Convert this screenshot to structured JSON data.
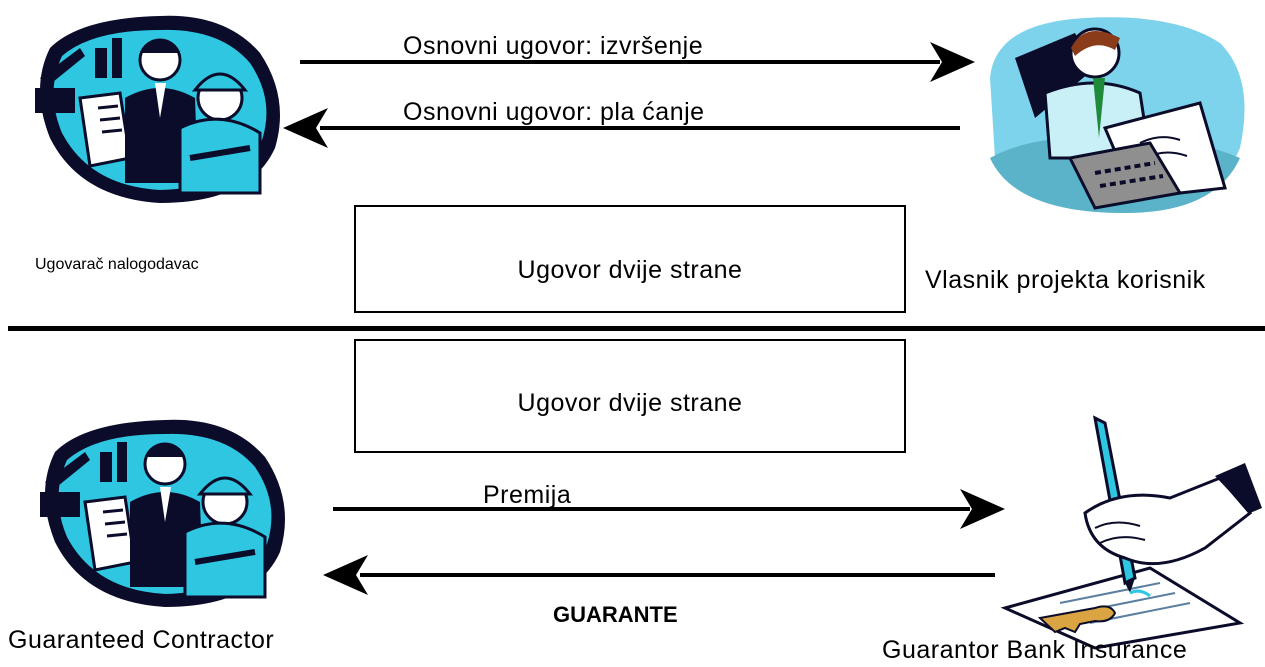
{
  "top": {
    "arrow_execution_label": "Osnovni ugovor: izvršenje",
    "arrow_payment_label": "Osnovni ugovor: pla ćanje",
    "contract_box_label": "Ugovor dvije strane",
    "contractor_caption": "Ugovarač nalogodavac",
    "owner_caption": "Vlasnik projekta korisnik"
  },
  "bottom": {
    "contract_box_label": "Ugovor dvije strane",
    "arrow_premium_label": "Premija",
    "arrow_guarantee_label": "GUARANTE",
    "contractor_caption": "Guaranteed Contractor",
    "guarantor_caption": "Guarantor Bank Insurance"
  },
  "icons": [
    "workers-clipart-icon",
    "businessman-typing-clipart-icon",
    "hand-signing-document-clipart-icon"
  ],
  "colors": {
    "line": "#000000",
    "clip_cyan": "#2ec6e0",
    "clip_dark": "#0b0b2a",
    "key": "#d9a441"
  }
}
